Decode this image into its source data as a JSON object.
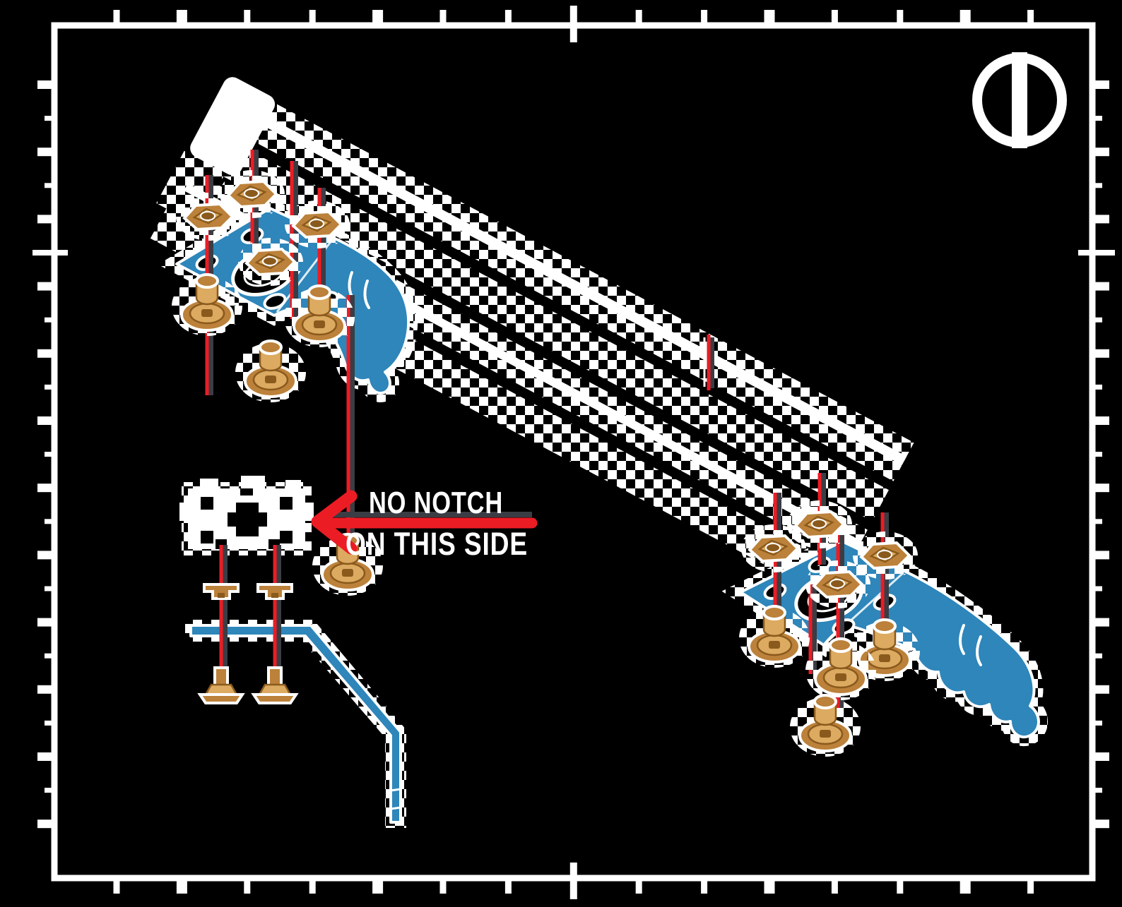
{
  "page": {
    "type": "assembly-instruction-diagram",
    "background": "#000000",
    "frame": "white border with ruler tick marks on all four sides"
  },
  "callout": {
    "line1": "NO NOTCH",
    "line2": "ON THIS SIDE",
    "arrow_direction": "left",
    "arrow_color": "#ec1c24",
    "text_color": "#ffffff"
  },
  "icon": {
    "name": "orientation-marker-icon",
    "shape": "circle with vertical bar"
  },
  "colors": {
    "part_blue": "#2e86ba",
    "hardware_tan": "#bc813a",
    "hardware_tan_light": "#dcaa60",
    "hardware_tan_dark": "#8a5a1d",
    "guide_red": "#ec1c24",
    "shadow_gray": "#3a3d44",
    "frame_white": "#ffffff",
    "background": "#000000"
  },
  "parts": {
    "extrusion": "aluminum extrusion (dithered white, diagonal)",
    "left_bracket": "blue motor mount bracket (exploded with 4 screws, washers and nuts)",
    "right_bracket": "blue motor mount bracket (exploded with 4 screws, washers and nuts)",
    "nut": "hex nut",
    "screw": "button head screw with washer",
    "tnut": "drop-in nut (side view)",
    "detail_view": "extrusion end cross-section with bracket profile side view",
    "red_lines": "alignment guide lines",
    "mid_mark": "red position tick on extrusion"
  }
}
